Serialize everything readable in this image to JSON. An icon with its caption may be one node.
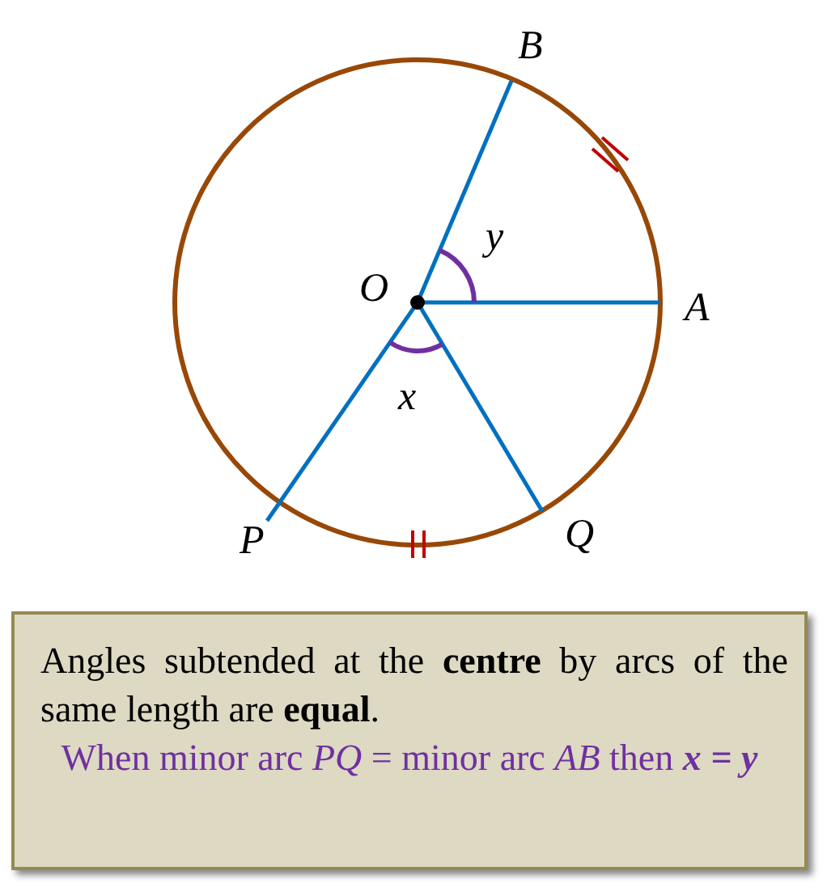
{
  "diagram": {
    "nodes": [
      {
        "text": [
          "Angles subtended at the **centre** by arcs of the same length are **equal**.",
          "When minor arc *PQ* = minor arc *AB* then **x = y**"
        ]
      }
    ],
    "labels": [
      "B",
      "y",
      "O",
      "A",
      "x",
      "P",
      "Q"
    ]
  }
}
